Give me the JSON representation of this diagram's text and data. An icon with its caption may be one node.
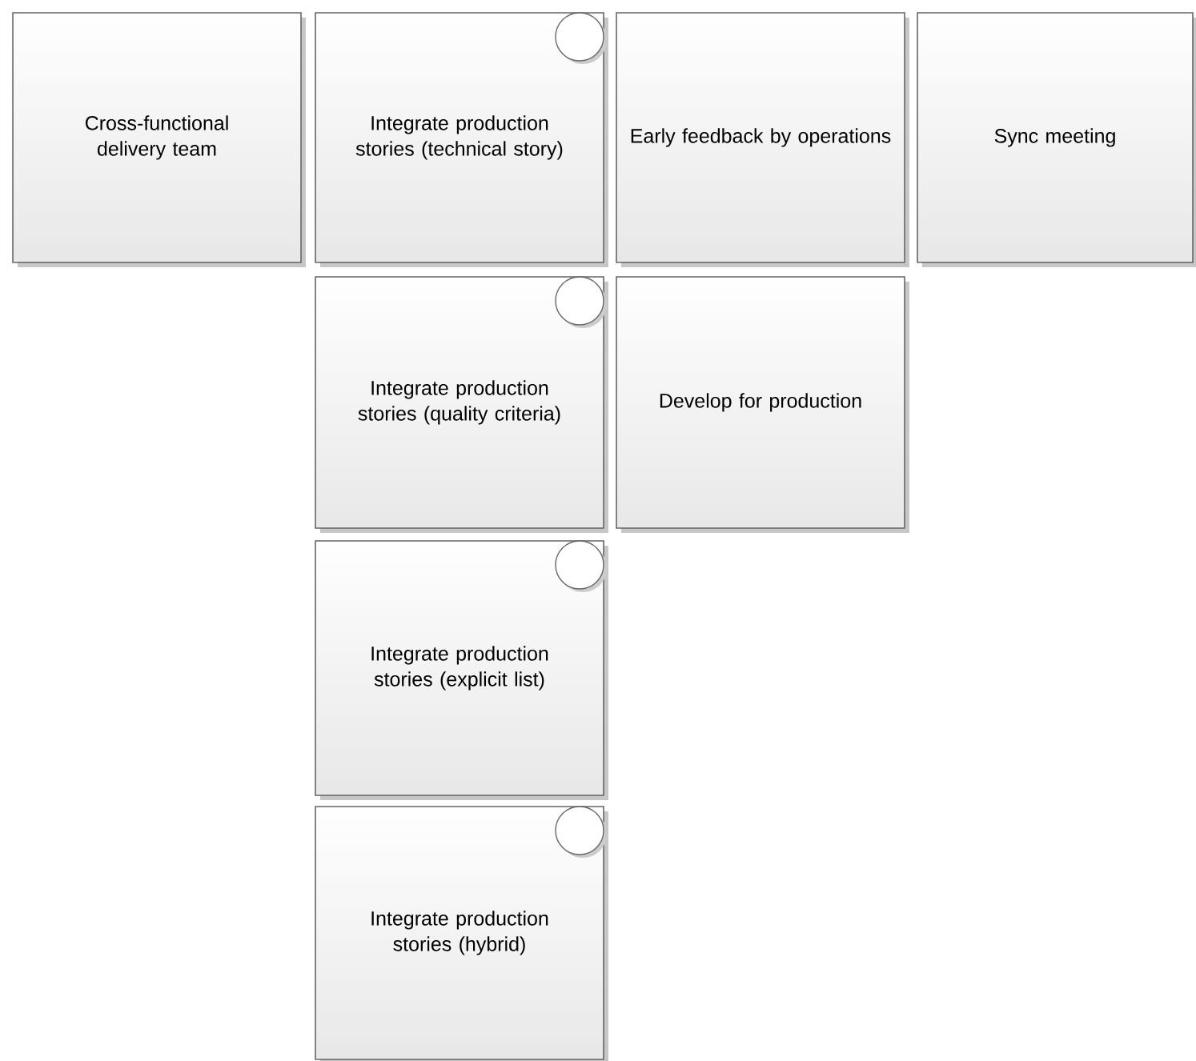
{
  "diagram": {
    "nodes": [
      {
        "text": [
          "Cross-functional delivery team"
        ]
      },
      {
        "text": [
          "Integrate production stories (technical story)"
        ]
      },
      {
        "text": [
          "Early feedback by operations"
        ]
      },
      {
        "text": [
          "Sync meeting"
        ]
      },
      {
        "text": [
          "Integrate production stories (quality criteria)"
        ]
      },
      {
        "text": [
          "Develop for production"
        ]
      },
      {
        "text": [
          "Integrate production stories (explicit list)"
        ]
      },
      {
        "text": [
          "Integrate production stories (hybrid)"
        ]
      }
    ]
  }
}
